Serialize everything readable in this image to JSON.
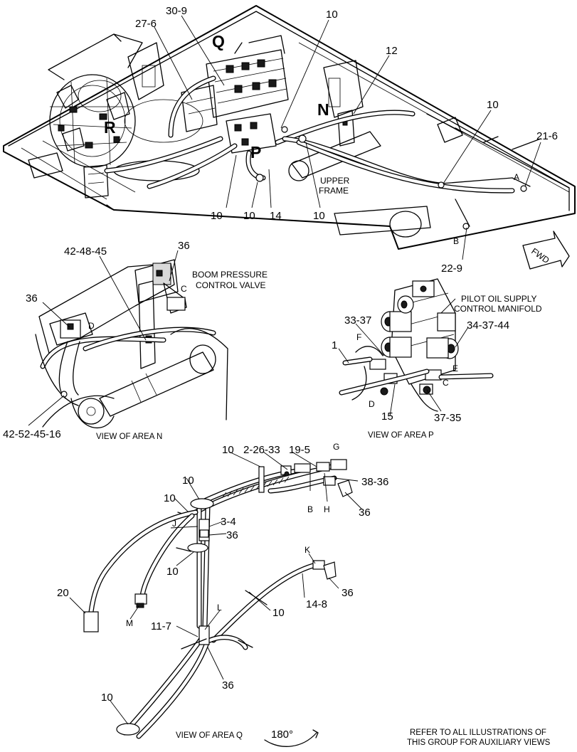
{
  "callouts": {
    "top_30_9": "30-9",
    "top_27_6": "27-6",
    "top_10_a": "10",
    "top_12": "12",
    "top_10_b": "10",
    "top_21_6": "21-6",
    "top_10_c": "10",
    "top_10_d": "10",
    "top_14": "14",
    "top_10_e": "10",
    "top_22_9": "22-9",
    "n_42_48_45": "42-48-45",
    "n_36_a": "36",
    "n_36_b": "36",
    "n_42_52_45_16": "42-52-45-16",
    "p_33_37": "33-37",
    "p_1": "1",
    "p_34_37_44": "34-37-44",
    "p_15": "15",
    "p_37_35": "37-35",
    "q_10_a": "10",
    "q_2_26_33": "2-26-33",
    "q_19_5": "19-5",
    "q_38_36": "38-36",
    "q_10_b": "10",
    "q_10_c": "10",
    "q_3_4": "3-4",
    "q_36_a": "36",
    "q_36_b": "36",
    "q_10_d": "10",
    "q_20": "20",
    "q_14_8": "14-8",
    "q_36_c": "36",
    "q_10_e": "10",
    "q_11_7": "11-7",
    "q_36_d": "36",
    "q_10_f": "10"
  },
  "area_labels": {
    "q": "Q",
    "r": "R",
    "n": "N",
    "p": "P"
  },
  "letters": {
    "top_a": "A",
    "top_b": "B",
    "n_c": "C",
    "n_d": "D",
    "p_f": "F",
    "p_e": "E",
    "p_d": "D",
    "p_c": "C",
    "q_g": "G",
    "q_b": "B",
    "q_h": "H",
    "q_j": "J",
    "q_m": "M",
    "q_k": "K",
    "q_l": "L"
  },
  "texts": {
    "upper_frame_line1": "UPPER",
    "upper_frame_line2": "FRAME",
    "fwd": "FWD",
    "boom_valve_line1": "BOOM PRESSURE",
    "boom_valve_line2": "CONTROL VALVE",
    "pilot_line1": "PILOT OIL SUPPLY",
    "pilot_line2": "CONTROL MANIFOLD",
    "view_area_n": "VIEW OF AREA N",
    "view_area_p": "VIEW OF AREA P",
    "view_area_q": "VIEW OF AREA Q",
    "rotation": "180°",
    "refer_line1": "REFER TO ALL ILLUSTRATIONS OF",
    "refer_line2": "THIS GROUP FOR AUXILIARY VIEWS"
  }
}
